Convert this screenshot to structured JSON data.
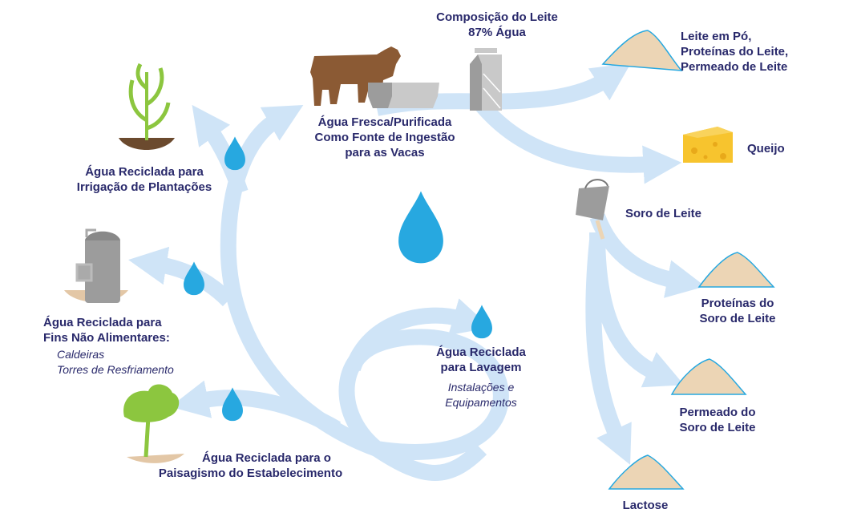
{
  "colors": {
    "text": "#29296b",
    "arrow": "#cfe4f7",
    "droplet": "#27a8e0",
    "cow": "#8b5a34",
    "gray": "#9a9a9a",
    "powder": "#ecd5b5",
    "cheese": "#f7c42e",
    "green": "#8cc63f"
  },
  "nodes": {
    "composition": {
      "line1": "Composição do Leite",
      "line2": "87% Água"
    },
    "fresh_water": {
      "line1": "Água Fresca/Purificada",
      "line2": "Como Fonte de Ingestão",
      "line3": "para as Vacas"
    },
    "milk_powder": {
      "line1": "Leite em Pó,",
      "line2": "Proteínas do Leite,",
      "line3": "Permeado de Leite"
    },
    "cheese": {
      "label": "Queijo"
    },
    "whey": {
      "label": "Soro de Leite"
    },
    "whey_protein": {
      "line1": "Proteínas do",
      "line2": "Soro de Leite"
    },
    "whey_permeate": {
      "line1": "Permeado do",
      "line2": "Soro de Leite"
    },
    "lactose": {
      "label": "Lactose"
    },
    "irrigation": {
      "line1": "Água Reciclada para",
      "line2": "Irrigação de Plantações"
    },
    "non_food": {
      "line1": "Água Reciclada para",
      "line2": "Fins Não Alimentares:",
      "sub1": "Caldeiras",
      "sub2": "Torres de Resfriamento"
    },
    "landscaping": {
      "line1": "Água Reciclada para o",
      "line2": "Paisagismo do Estabelecimento"
    },
    "washing": {
      "line1": "Água Reciclada",
      "line2": "para Lavagem",
      "sub1": "Instalações e",
      "sub2": "Equipamentos"
    }
  }
}
